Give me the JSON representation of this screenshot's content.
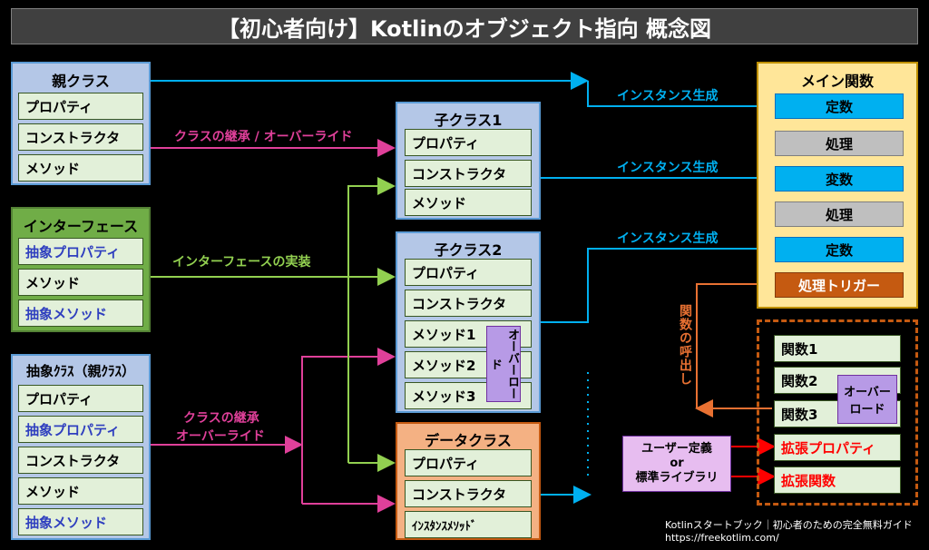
{
  "title": "【初心者向け】Kotlinのオブジェクト指向 概念図",
  "parent_class": {
    "title": "親クラス",
    "items": [
      "プロパティ",
      "コンストラクタ",
      "メソッド"
    ]
  },
  "interface": {
    "title": "インターフェース",
    "items": [
      "抽象プロパティ",
      "メソッド",
      "抽象メソッド"
    ]
  },
  "abstract_class": {
    "title": "抽象ｸﾗｽ（親ｸﾗｽ）",
    "items": [
      "プロパティ",
      "抽象プロパティ",
      "コンストラクタ",
      "メソッド",
      "抽象メソッド"
    ]
  },
  "child1": {
    "title": "子クラス1",
    "items": [
      "プロパティ",
      "コンストラクタ",
      "メソッド"
    ]
  },
  "child2": {
    "title": "子クラス2",
    "items": [
      "プロパティ",
      "コンストラクタ",
      "メソッド1",
      "メソッド2",
      "メソッド3"
    ],
    "overload": "オーバーロード"
  },
  "data_class": {
    "title": "データクラス",
    "items": [
      "プロパティ",
      "コンストラクタ",
      "ｲﾝｽﾀﾝｽﾒｿｯﾄﾞ"
    ]
  },
  "main_func": {
    "title": "メイン関数",
    "items": [
      "定数",
      "処理",
      "変数",
      "処理",
      "定数",
      "処理トリガー"
    ]
  },
  "functions": {
    "items": [
      "関数1",
      "関数2",
      "関数3",
      "拡張プロパティ",
      "拡張関数"
    ],
    "overload": "オーバーロード"
  },
  "user_box": {
    "line1": "ユーザー定義",
    "line2": "or",
    "line3": "標準ライブラリ"
  },
  "labels": {
    "inherit_override": "クラスの継承 / オーバーライド",
    "interface_impl": "インターフェースの実装",
    "inherit": "クラスの継承",
    "override": "オーバーライド",
    "instance1": "インスタンス生成",
    "instance2": "インスタンス生成",
    "instance3": "インスタンス生成",
    "func_call": "関数の呼出し"
  },
  "footer": {
    "line1": "Kotlinスタートブック｜初心者のための完全無料ガイド",
    "line2": "https://freekotlim.com/"
  },
  "colors": {
    "pink": "#e0409a",
    "lime": "#92d050",
    "cyan": "#00b0f0",
    "orange": "#e97132",
    "red": "#ff0000"
  }
}
